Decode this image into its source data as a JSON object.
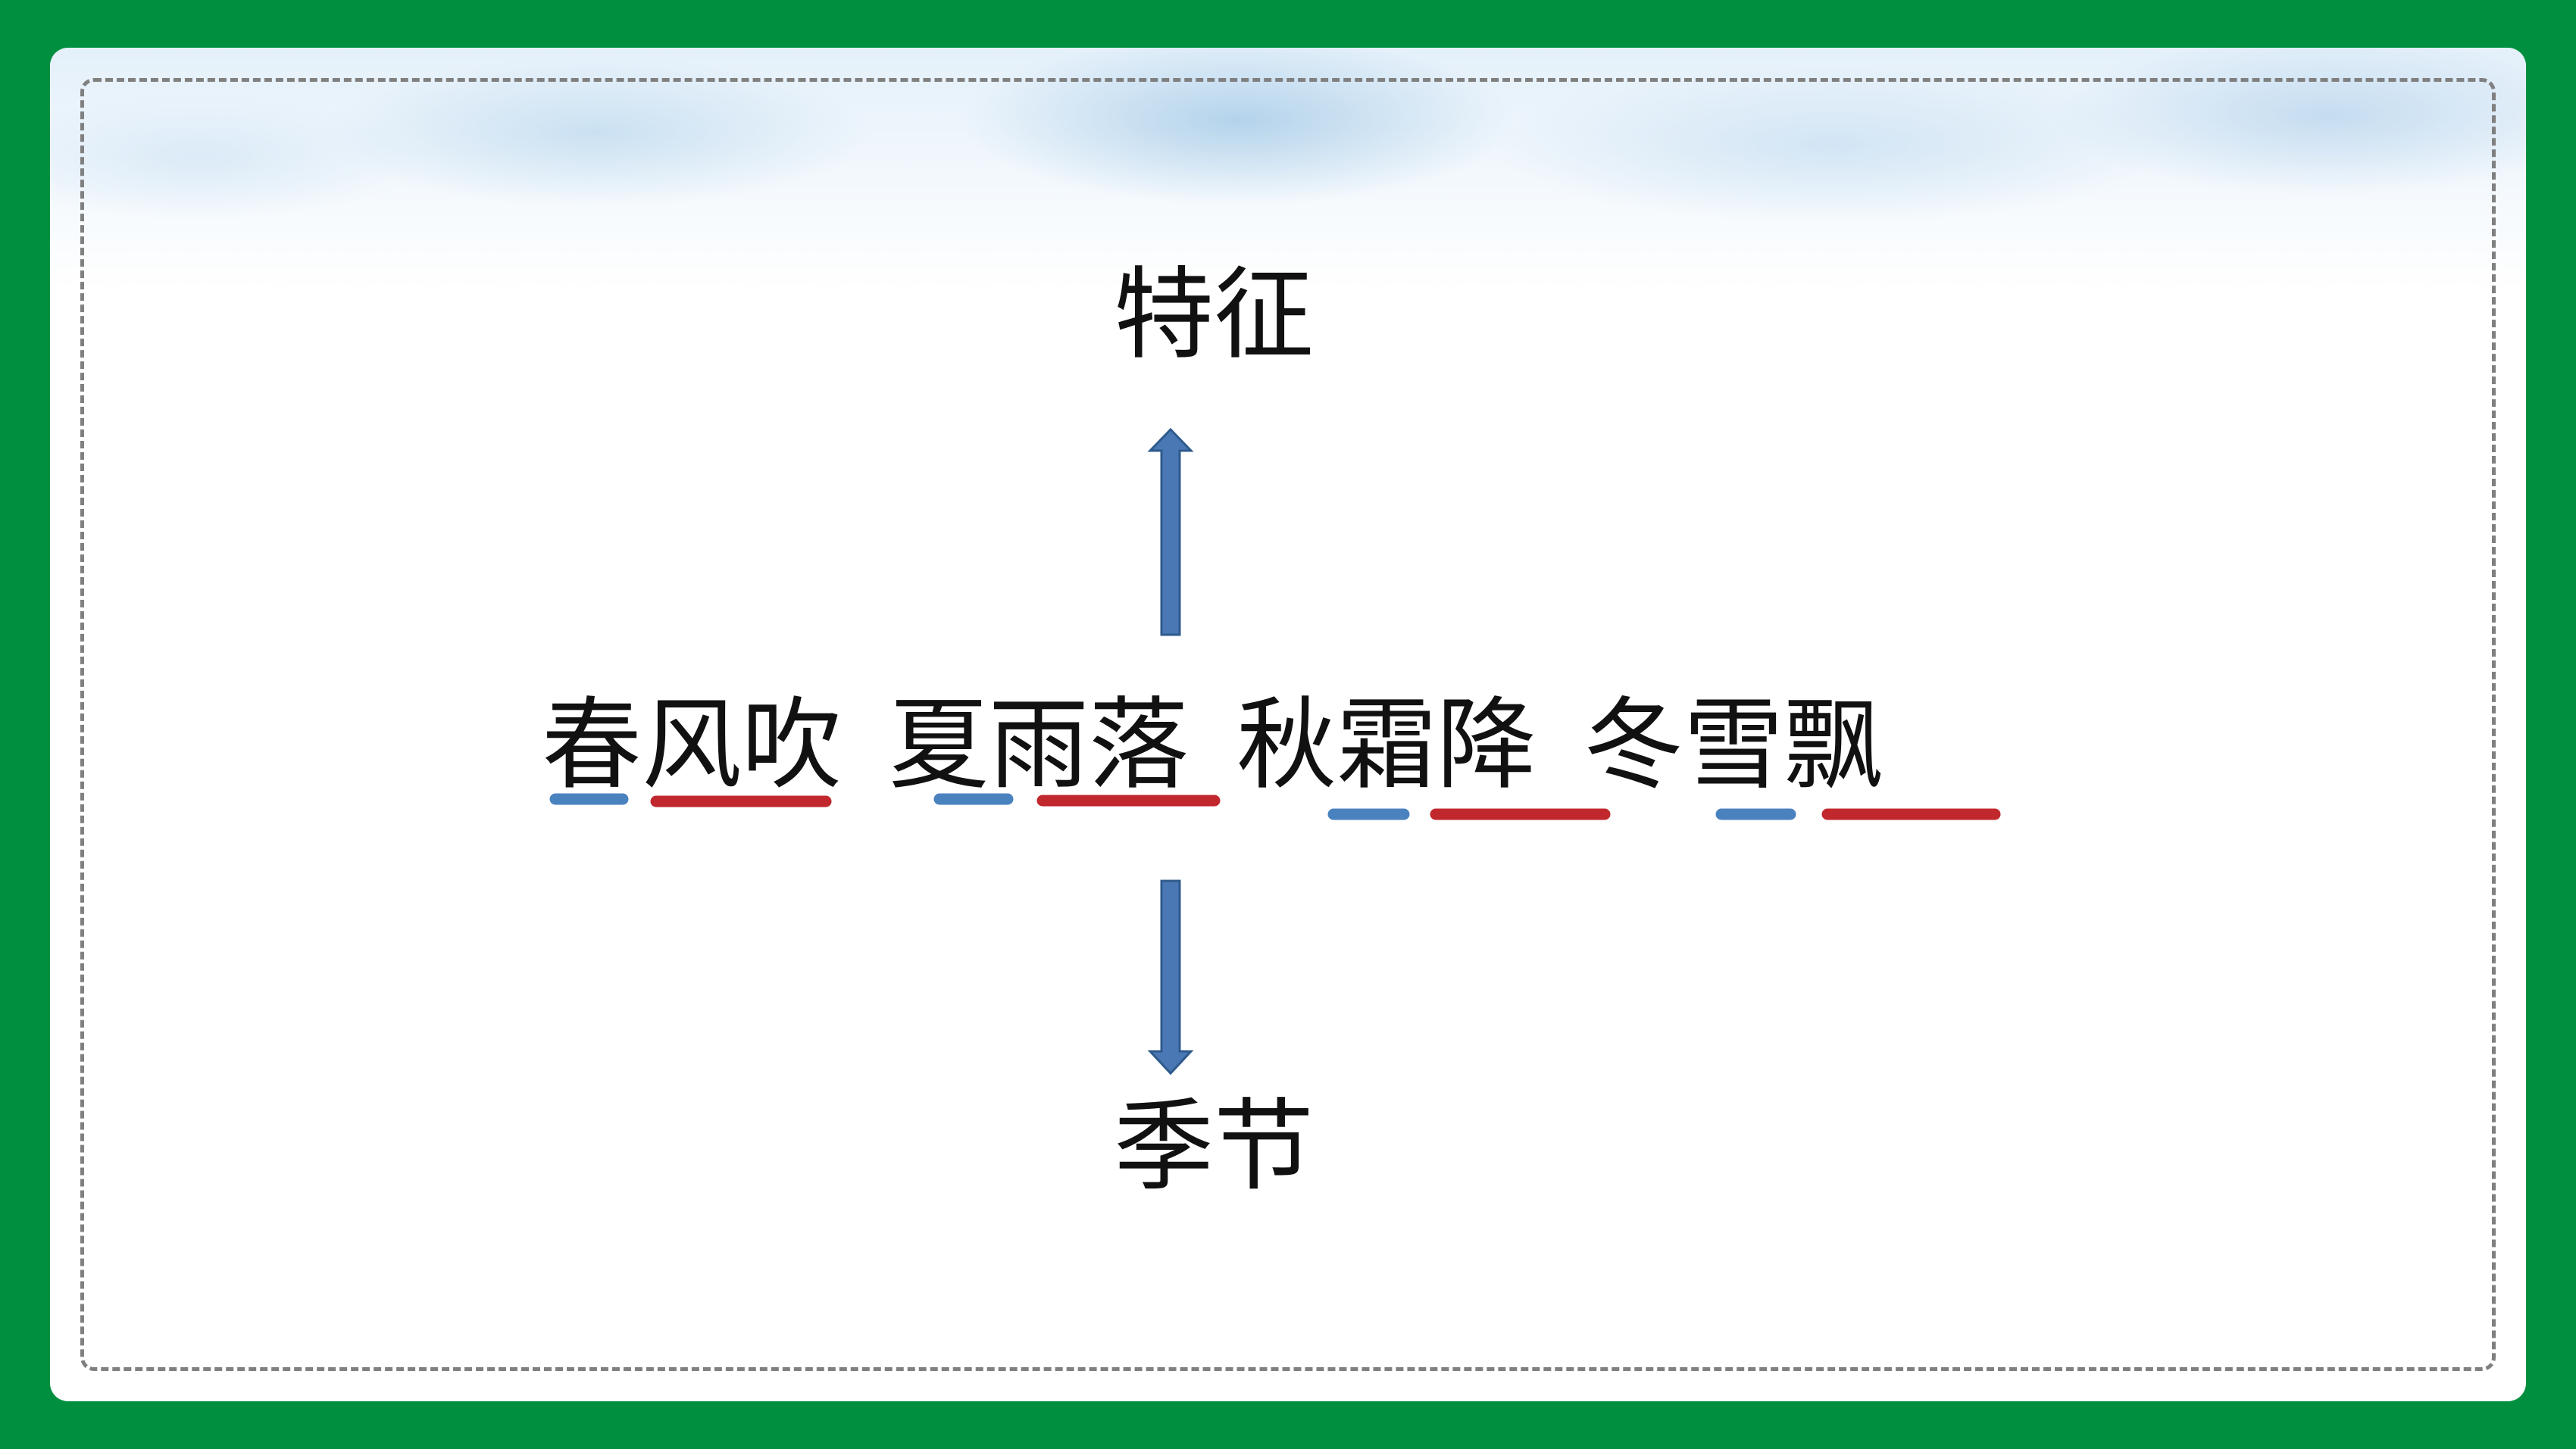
{
  "slide": {
    "top_label": "特征",
    "bottom_label": "季节",
    "phrases": [
      "春风吹",
      "夏雨落",
      "秋霜降",
      "冬雪飘"
    ]
  },
  "colors": {
    "frame": "#008f3e",
    "arrow": "#4a78b4",
    "season_underline": "#4a82c0",
    "feature_underline": "#c0282d"
  },
  "icons": [
    "arrow-up-icon",
    "arrow-down-icon"
  ]
}
